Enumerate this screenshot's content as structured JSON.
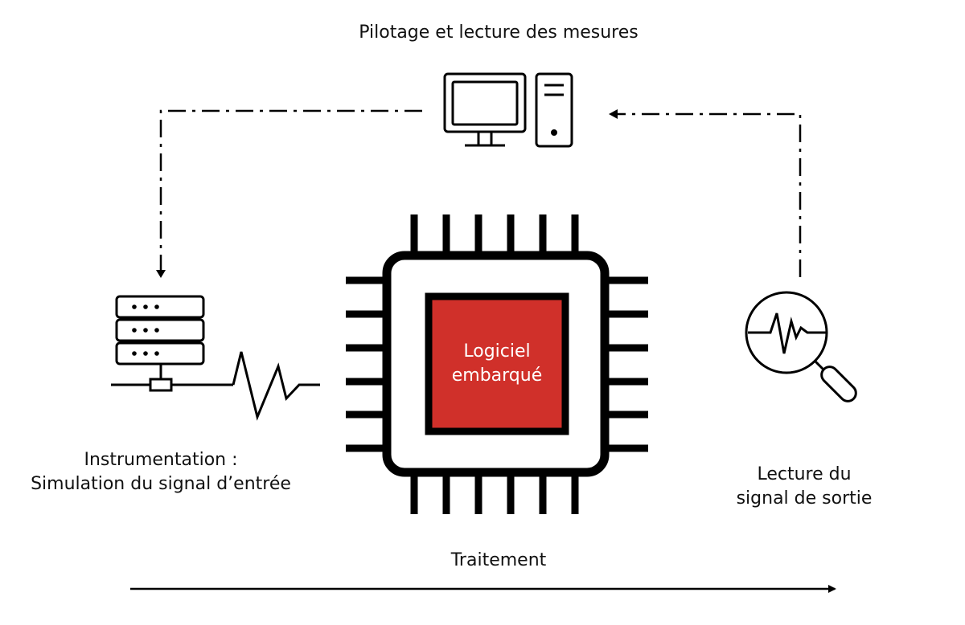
{
  "diagram": {
    "top_label": "Pilotage et lecture des mesures",
    "left_label_line1": "Instrumentation :",
    "left_label_line2": "Simulation du signal d’entrée",
    "right_label_line1": "Lecture du",
    "right_label_line2": "signal de sortie",
    "chip_label_line1": "Logiciel",
    "chip_label_line2": "embarqué",
    "bottom_label": "Traitement",
    "icons": [
      "computer-icon",
      "server-icon",
      "chip-icon",
      "magnifier-signal-icon"
    ],
    "colors": {
      "chip_core": "#d0302a",
      "stroke": "#000000",
      "background": "#ffffff"
    }
  }
}
